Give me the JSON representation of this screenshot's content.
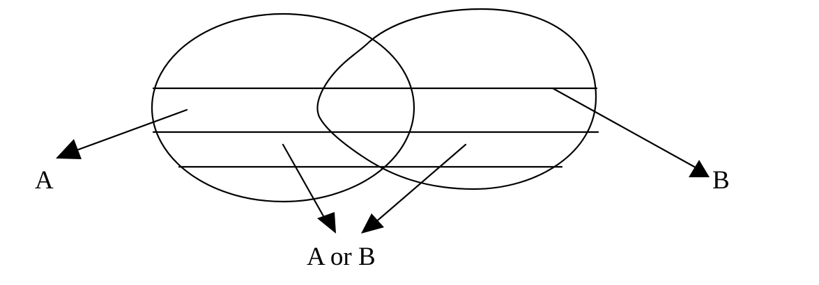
{
  "labels": {
    "a": "A",
    "b": "B",
    "a_or_b": "A or B"
  },
  "colors": {
    "ink": "#000000",
    "background": "#ffffff"
  }
}
